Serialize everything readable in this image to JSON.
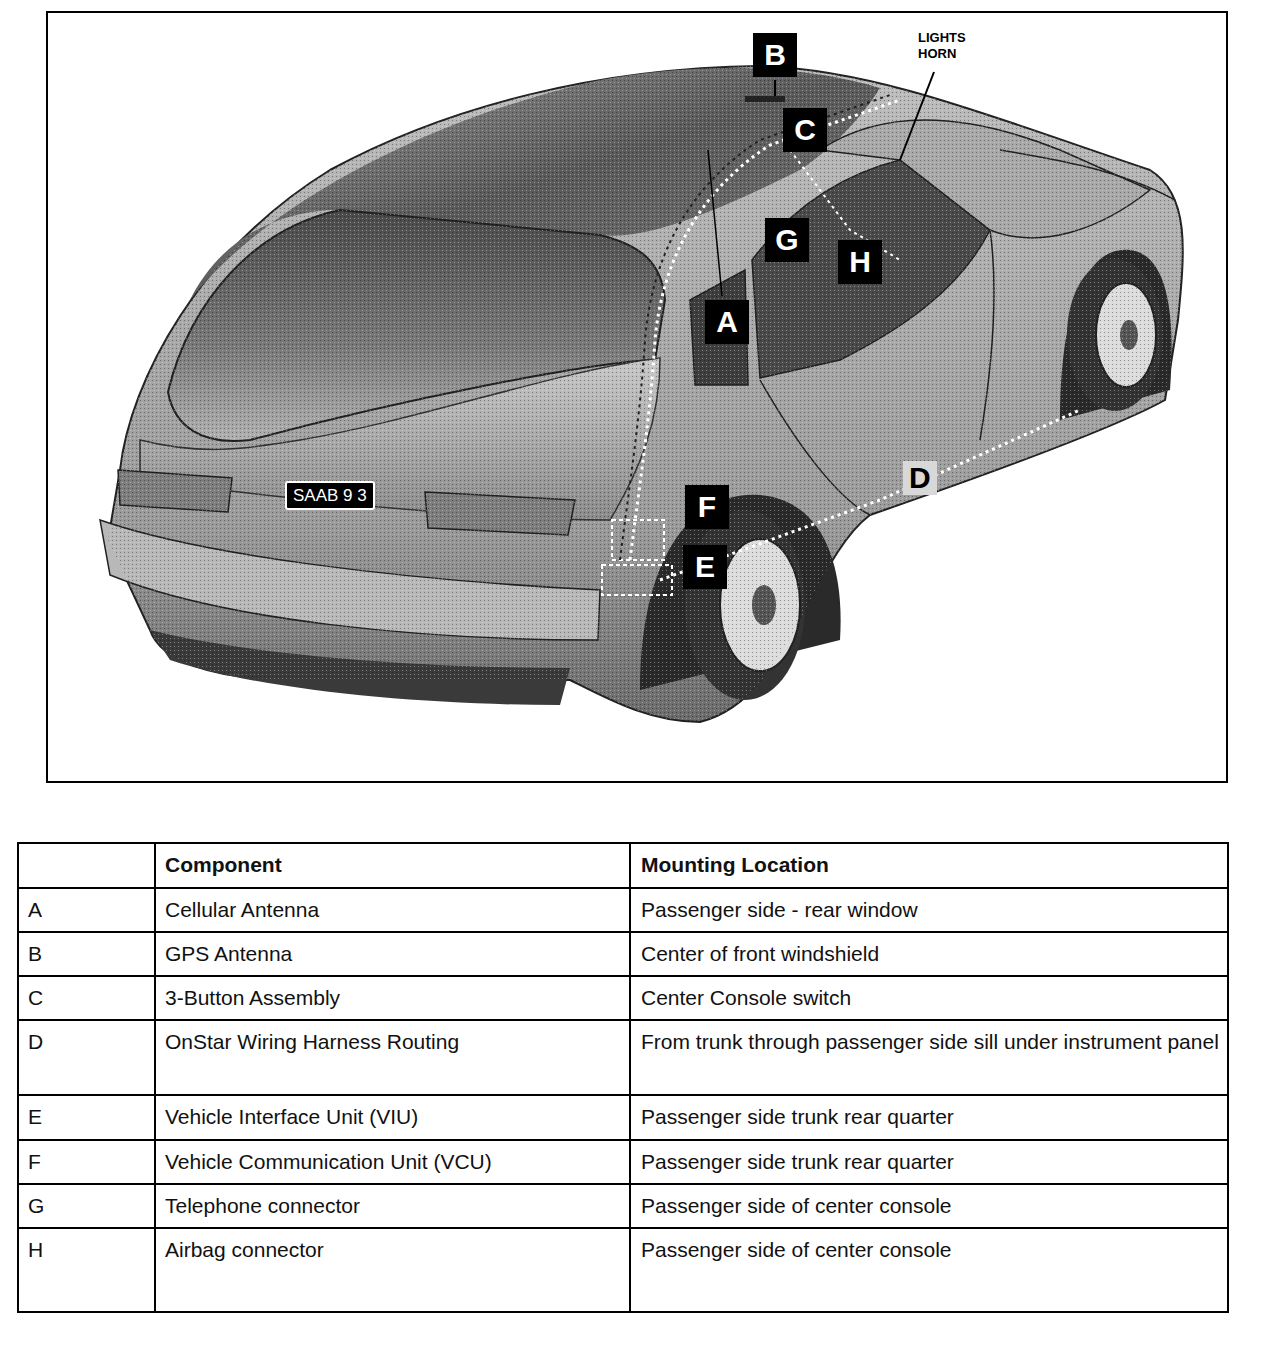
{
  "diagram": {
    "labels": [
      "B",
      "C",
      "LIGHTS HORN",
      "G",
      "H",
      "A",
      "SAAB 9 3",
      "D",
      "F",
      "E",
      "Component",
      "Mounting Location",
      "A",
      "Cellular Antenna",
      "Passenger side - rear window",
      "B",
      "GPS Antenna",
      "Center of front windshield",
      "C",
      "3-Button Assembly",
      "Center Console switch",
      "D",
      "OnStar Wiring Harness Routing",
      "From trunk through passenger side sill under instrument panel",
      "E",
      "Vehicle Interface Unit (VIU)",
      "Passenger side trunk rear quarter",
      "F",
      "Vehicle Communication Unit (VCU)",
      "Passenger side trunk rear quarter",
      "G",
      "Telephone connector",
      "Passenger side of center console",
      "H",
      "Airbag connector",
      "Passenger side of center console"
    ]
  }
}
